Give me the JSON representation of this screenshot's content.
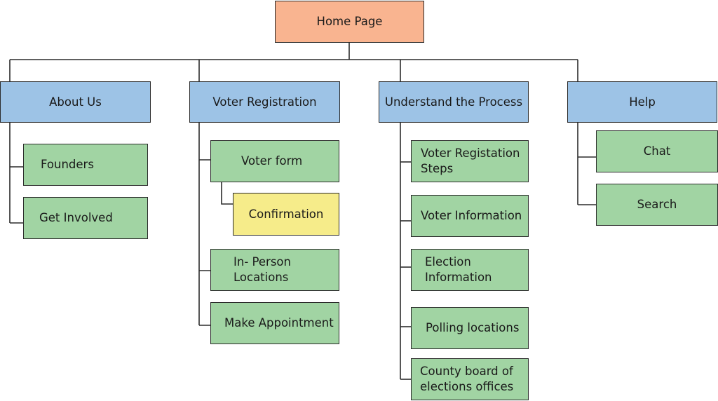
{
  "colors": {
    "root": "#f9b490",
    "category": "#9dc3e6",
    "page": "#a1d4a3",
    "highlight": "#f6ec8a",
    "line": "#2b2b2b"
  },
  "root": {
    "label": "Home Page"
  },
  "sections": [
    {
      "label": "About Us",
      "pages": [
        {
          "label": "Founders"
        },
        {
          "label": "Get Involved"
        }
      ]
    },
    {
      "label": "Voter Registration",
      "pages": [
        {
          "label": "Voter form",
          "children": [
            {
              "label": "Confirmation"
            }
          ]
        },
        {
          "label": "In- Person Locations"
        },
        {
          "label": "Make Appointment"
        }
      ]
    },
    {
      "label": "Understand the Process",
      "pages": [
        {
          "label": "Voter Registation Steps"
        },
        {
          "label": "Voter Information"
        },
        {
          "label": "Election Information"
        },
        {
          "label": "Polling locations"
        },
        {
          "label": "County board of elections offices"
        }
      ]
    },
    {
      "label": "Help",
      "pages": [
        {
          "label": "Chat"
        },
        {
          "label": "Search"
        }
      ]
    }
  ]
}
